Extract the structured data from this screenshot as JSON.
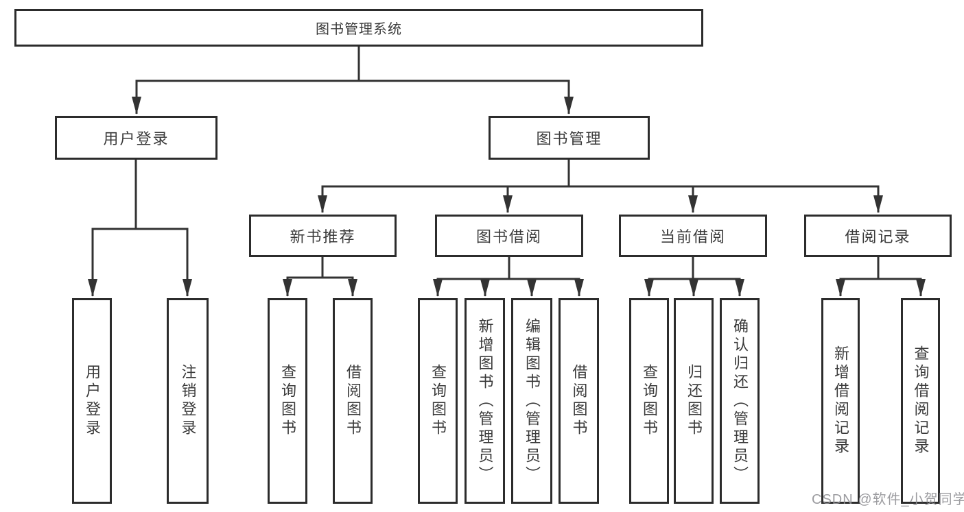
{
  "diagram": {
    "root": "图书管理系统",
    "level2": [
      {
        "label": "用户登录",
        "leaves": [
          "用户登录",
          "注销登录"
        ]
      },
      {
        "label": "图书管理",
        "level3": [
          {
            "label": "新书推荐",
            "leaves": [
              "查询图书",
              "借阅图书"
            ]
          },
          {
            "label": "图书借阅",
            "leaves": [
              "查询图书",
              "新增图书（管理员）",
              "编辑图书（管理员）",
              "借阅图书"
            ]
          },
          {
            "label": "当前借阅",
            "leaves": [
              "查询图书",
              "归还图书",
              "确认归还（管理员）"
            ]
          },
          {
            "label": "借阅记录",
            "leaves": [
              "新增借阅记录",
              "查询借阅记录"
            ]
          }
        ]
      }
    ]
  },
  "watermark": "CSDN @软件_小贺同学",
  "colors": {
    "line": "#333333",
    "box_border": "#2c2c2c",
    "text": "#3a3a3a",
    "watermark": "#919196"
  }
}
